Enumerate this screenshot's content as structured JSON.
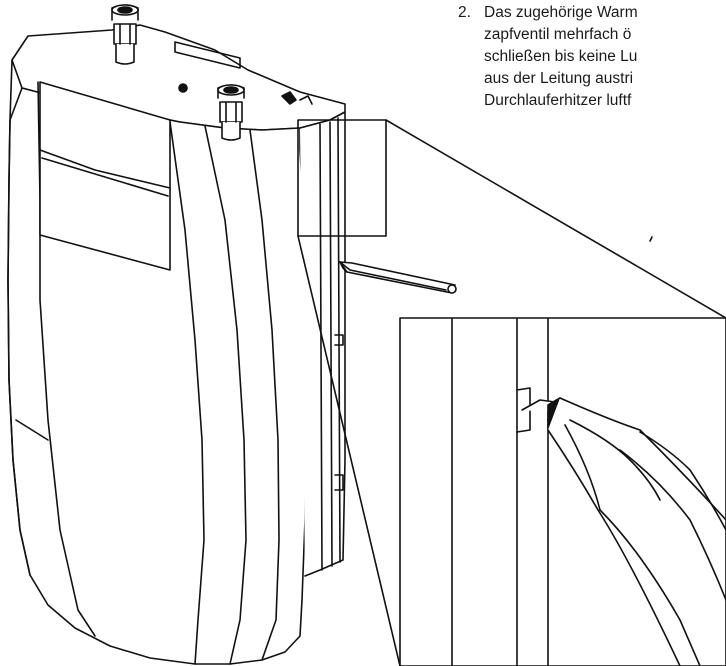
{
  "instruction": {
    "number": "2.",
    "lines": [
      "Das zugehörige Warm",
      "zapfventil mehrfach ö",
      "schließen bis keine Lu",
      "aus der Leitung austri",
      "Durchlauferhitzer luftf"
    ]
  }
}
